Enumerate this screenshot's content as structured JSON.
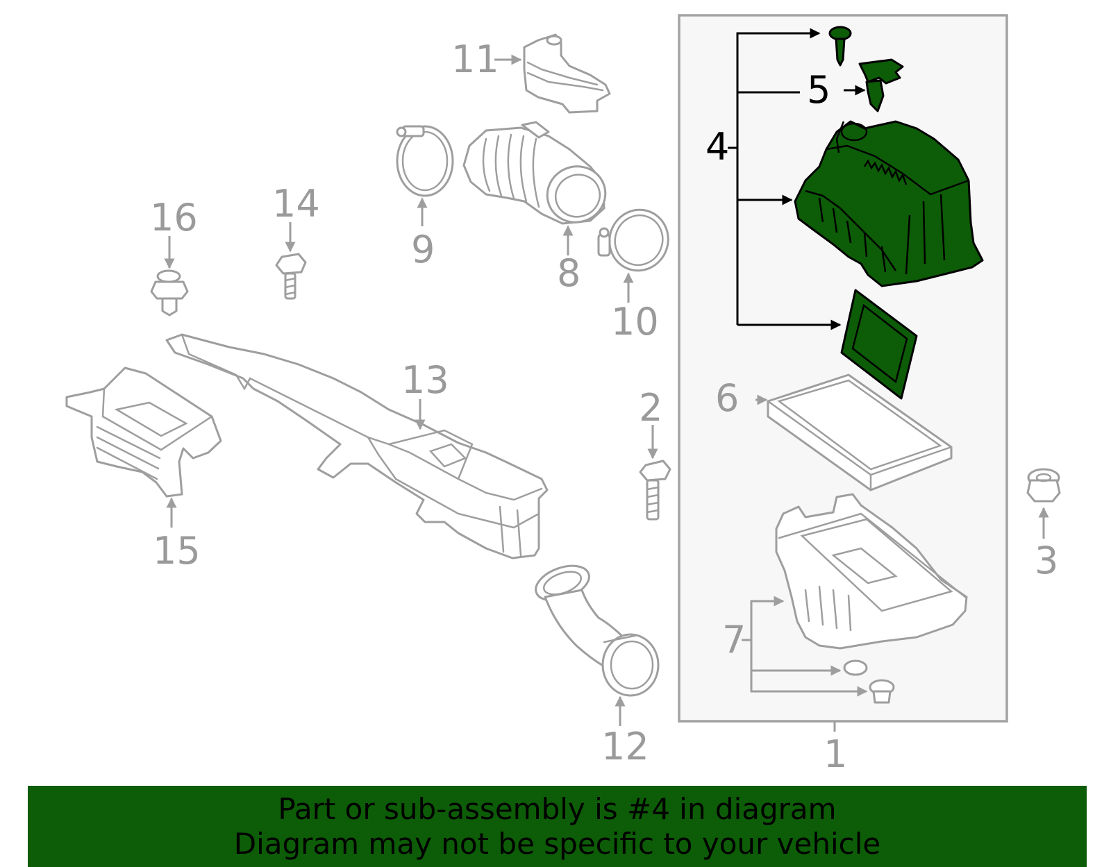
{
  "colors": {
    "highlight_fill": "#0d5c07",
    "banner_bg": "#0d5c07",
    "part_outline": "#9e9e9e",
    "label_gray": "#9a9a9a",
    "highlight_outline": "#000000",
    "group_box_bg": "#f7f7f7"
  },
  "diagram": {
    "highlighted_part": "4",
    "labels": {
      "p1": "1",
      "p2": "2",
      "p3": "3",
      "p4": "4",
      "p5": "5",
      "p6": "6",
      "p7": "7",
      "p8": "8",
      "p9": "9",
      "p10": "10",
      "p11": "11",
      "p12": "12",
      "p13": "13",
      "p14": "14",
      "p15": "15",
      "p16": "16"
    }
  },
  "banner": {
    "line1": "Part or sub-assembly is #4 in diagram",
    "line2": "Diagram may not be specific to your vehicle"
  }
}
